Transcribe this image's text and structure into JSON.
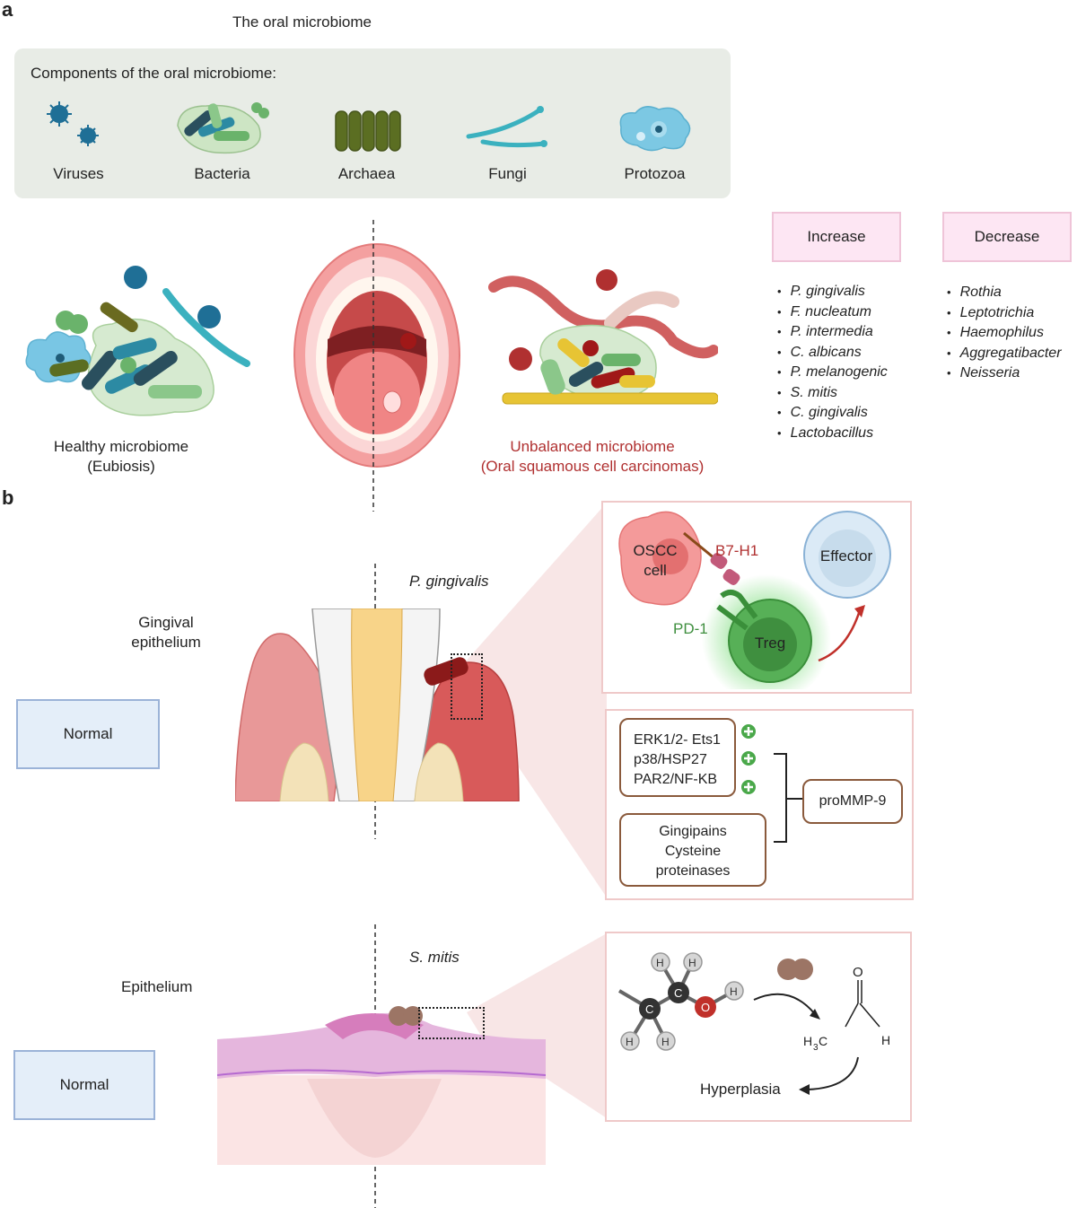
{
  "panel_a": {
    "letter": "a",
    "title": "The oral microbiome",
    "components_heading": "Components of the oral microbiome:",
    "components": [
      {
        "label": "Viruses",
        "icon": "virus-icon"
      },
      {
        "label": "Bacteria",
        "icon": "bacteria-icon"
      },
      {
        "label": "Archaea",
        "icon": "archaea-icon"
      },
      {
        "label": "Fungi",
        "icon": "fungi-icon"
      },
      {
        "label": "Protozoa",
        "icon": "protozoa-icon"
      }
    ],
    "healthy_label": "Healthy microbiome",
    "healthy_sub": "(Eubiosis)",
    "unbalanced_label": "Unbalanced microbiome",
    "unbalanced_sub": "(Oral squamous cell carcinomas)",
    "increase_label": "Increase",
    "decrease_label": "Decrease",
    "increase_list": [
      "P. gingivalis",
      "F. nucleatum",
      "P. intermedia",
      "C. albicans",
      "P. melanogenic",
      "S. mitis",
      "C. gingivalis",
      "Lactobacillus"
    ],
    "decrease_list": [
      "Rothia",
      "Leptotrichia",
      "Haemophilus",
      "Aggregatibacter",
      "Neisseria"
    ]
  },
  "panel_b": {
    "letter": "b",
    "pg_label": "P. gingivalis",
    "gingival_label_1": "Gingival",
    "gingival_label_2": "epithelium",
    "normal_label_1": "Normal",
    "oscc_1": "OSCC",
    "oscc_2": "cell",
    "b7h1": "B7-H1",
    "pd1": "PD-1",
    "treg": "Treg",
    "effector": "Effector",
    "pathways": [
      "ERK1/2- Ets1",
      "p38/HSP27",
      "PAR2/NF-KB"
    ],
    "gingipains": [
      "Gingipains",
      "Cysteine",
      "proteinases"
    ],
    "prommp9": "proMMP-9",
    "sm_label": "S. mitis",
    "epithelium_label": "Epithelium",
    "normal_label_2": "Normal",
    "atoms": {
      "c": "C",
      "h": "H",
      "o": "O"
    },
    "aldehyde_o": "O",
    "aldehyde_h": "H",
    "h3c_h": "H",
    "h3c_sub": "3",
    "h3c_c": "C",
    "hyperplasia": "Hyperplasia",
    "colors": {
      "pink": "#fde6f3",
      "blue": "#e4eef9",
      "brown": "#8a5a3c",
      "red": "#b03030",
      "green": "#3f8f3f"
    }
  }
}
